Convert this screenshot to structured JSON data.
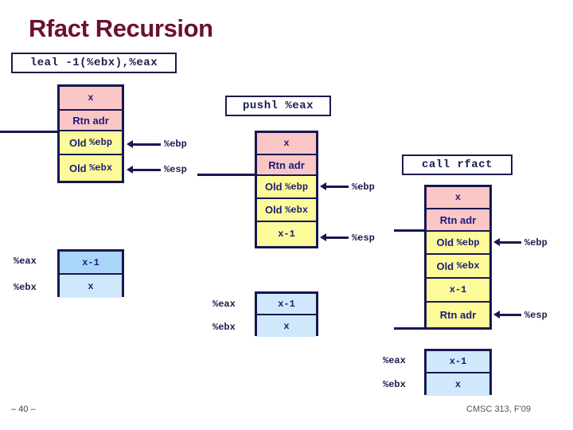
{
  "slide": {
    "title": "Rfact Recursion",
    "page_number": "– 40 –",
    "footer": "CMSC 313, F'09",
    "title_color": "#6b1032",
    "border_color": "#171752",
    "text_color": "#1b1b7a",
    "pink": "#fbc6c6",
    "yellow": "#fdfb99",
    "blue_dark": "#a9d5f9",
    "blue_light": "#cfe8fc"
  },
  "code_boxes": [
    {
      "name": "leal",
      "text": "leal -1(%ebx),%eax"
    },
    {
      "name": "pushl",
      "text": "pushl %eax"
    },
    {
      "name": "call",
      "text": "call rfact"
    }
  ],
  "stacks": [
    {
      "name": "stack-1",
      "cells": [
        {
          "label": "x",
          "fill": "pink",
          "style": "mono"
        },
        {
          "label": "Rtn adr",
          "fill": "pink",
          "style": "sans"
        },
        {
          "label": "Old %ebp",
          "fill": "yellow",
          "style": "mix",
          "bold_part": "Old ",
          "reg_part": "%ebp"
        },
        {
          "label": "Old %ebx",
          "fill": "yellow",
          "style": "mix",
          "bold_part": "Old ",
          "reg_part": "%ebx"
        }
      ],
      "pointers": [
        {
          "label": "%ebp",
          "cell": 2
        },
        {
          "label": "%esp",
          "cell": 3
        }
      ]
    },
    {
      "name": "stack-2",
      "cells": [
        {
          "label": "x",
          "fill": "pink",
          "style": "mono"
        },
        {
          "label": "Rtn adr",
          "fill": "pink",
          "style": "sans"
        },
        {
          "label": "Old %ebp",
          "fill": "yellow",
          "style": "mix",
          "bold_part": "Old ",
          "reg_part": "%ebp"
        },
        {
          "label": "Old %ebx",
          "fill": "yellow",
          "style": "mix",
          "bold_part": "Old ",
          "reg_part": "%ebx"
        },
        {
          "label": "x-1",
          "fill": "yellow",
          "style": "mono"
        }
      ],
      "pointers": [
        {
          "label": "%ebp",
          "cell": 2
        },
        {
          "label": "%esp",
          "cell": 4
        }
      ]
    },
    {
      "name": "stack-3",
      "cells": [
        {
          "label": "x",
          "fill": "pink",
          "style": "mono"
        },
        {
          "label": "Rtn adr",
          "fill": "pink",
          "style": "sans"
        },
        {
          "label": "Old %ebp",
          "fill": "yellow",
          "style": "mix",
          "bold_part": "Old ",
          "reg_part": "%ebp"
        },
        {
          "label": "Old %ebx",
          "fill": "yellow",
          "style": "mix",
          "bold_part": "Old ",
          "reg_part": "%ebx"
        },
        {
          "label": "x-1",
          "fill": "yellow",
          "style": "mono"
        },
        {
          "label": "Rtn adr",
          "fill": "yellow",
          "style": "sans"
        }
      ],
      "pointers": [
        {
          "label": "%ebp",
          "cell": 2
        },
        {
          "label": "%esp",
          "cell": 5
        }
      ]
    }
  ],
  "registers": [
    {
      "name": "regs-1",
      "rows": [
        {
          "reg": "%eax",
          "value": "x-1",
          "fill": "blue_dark"
        },
        {
          "reg": "%ebx",
          "value": "x",
          "fill": "blue_light"
        }
      ]
    },
    {
      "name": "regs-2",
      "rows": [
        {
          "reg": "%eax",
          "value": "x-1",
          "fill": "blue_light"
        },
        {
          "reg": "%ebx",
          "value": "x",
          "fill": "blue_light"
        }
      ]
    },
    {
      "name": "regs-3",
      "rows": [
        {
          "reg": "%eax",
          "value": "x-1",
          "fill": "blue_light"
        },
        {
          "reg": "%ebx",
          "value": "x",
          "fill": "blue_light"
        }
      ]
    }
  ]
}
